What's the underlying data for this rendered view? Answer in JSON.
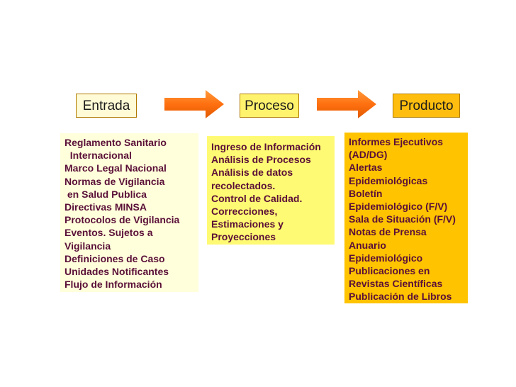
{
  "headers": {
    "entrada": "Entrada",
    "proceso": "Proceso",
    "producto": "Producto"
  },
  "entrada_items": [
    "Reglamento Sanitario",
    "  Internacional",
    "Marco Legal Nacional",
    "Normas de Vigilancia",
    " en Salud Publica",
    "Directivas MINSA",
    "Protocolos de Vigilancia",
    "Eventos. Sujetos a",
    "Vigilancia",
    "Definiciones de Caso",
    "Unidades Notificantes",
    "Flujo de Información"
  ],
  "proceso_items": [
    "Ingreso de Información",
    "Análisis de Procesos",
    "Análisis de datos",
    "recolectados.",
    "Control de Calidad.",
    "Correcciones,",
    "Estimaciones y",
    "Proyecciones"
  ],
  "producto_items": [
    "Informes Ejecutivos",
    "(AD/DG)",
    "Alertas",
    "Epidemiológicas",
    "Boletín",
    "Epidemiológico (F/V)",
    "Sala de Situación (F/V)",
    "Notas de Prensa",
    "Anuario",
    "Epidemiológico",
    "Publicaciones en",
    "Revistas Científicas",
    "Publicación de Libros"
  ],
  "colors": {
    "arrow": "#ff7a10",
    "text": "#5a0f38",
    "entrada_fill": "#ffffdb",
    "proceso_fill": "#fffa73",
    "producto_fill": "#ffc300"
  },
  "icons": [
    "arrow-right-icon",
    "arrow-right-icon"
  ]
}
